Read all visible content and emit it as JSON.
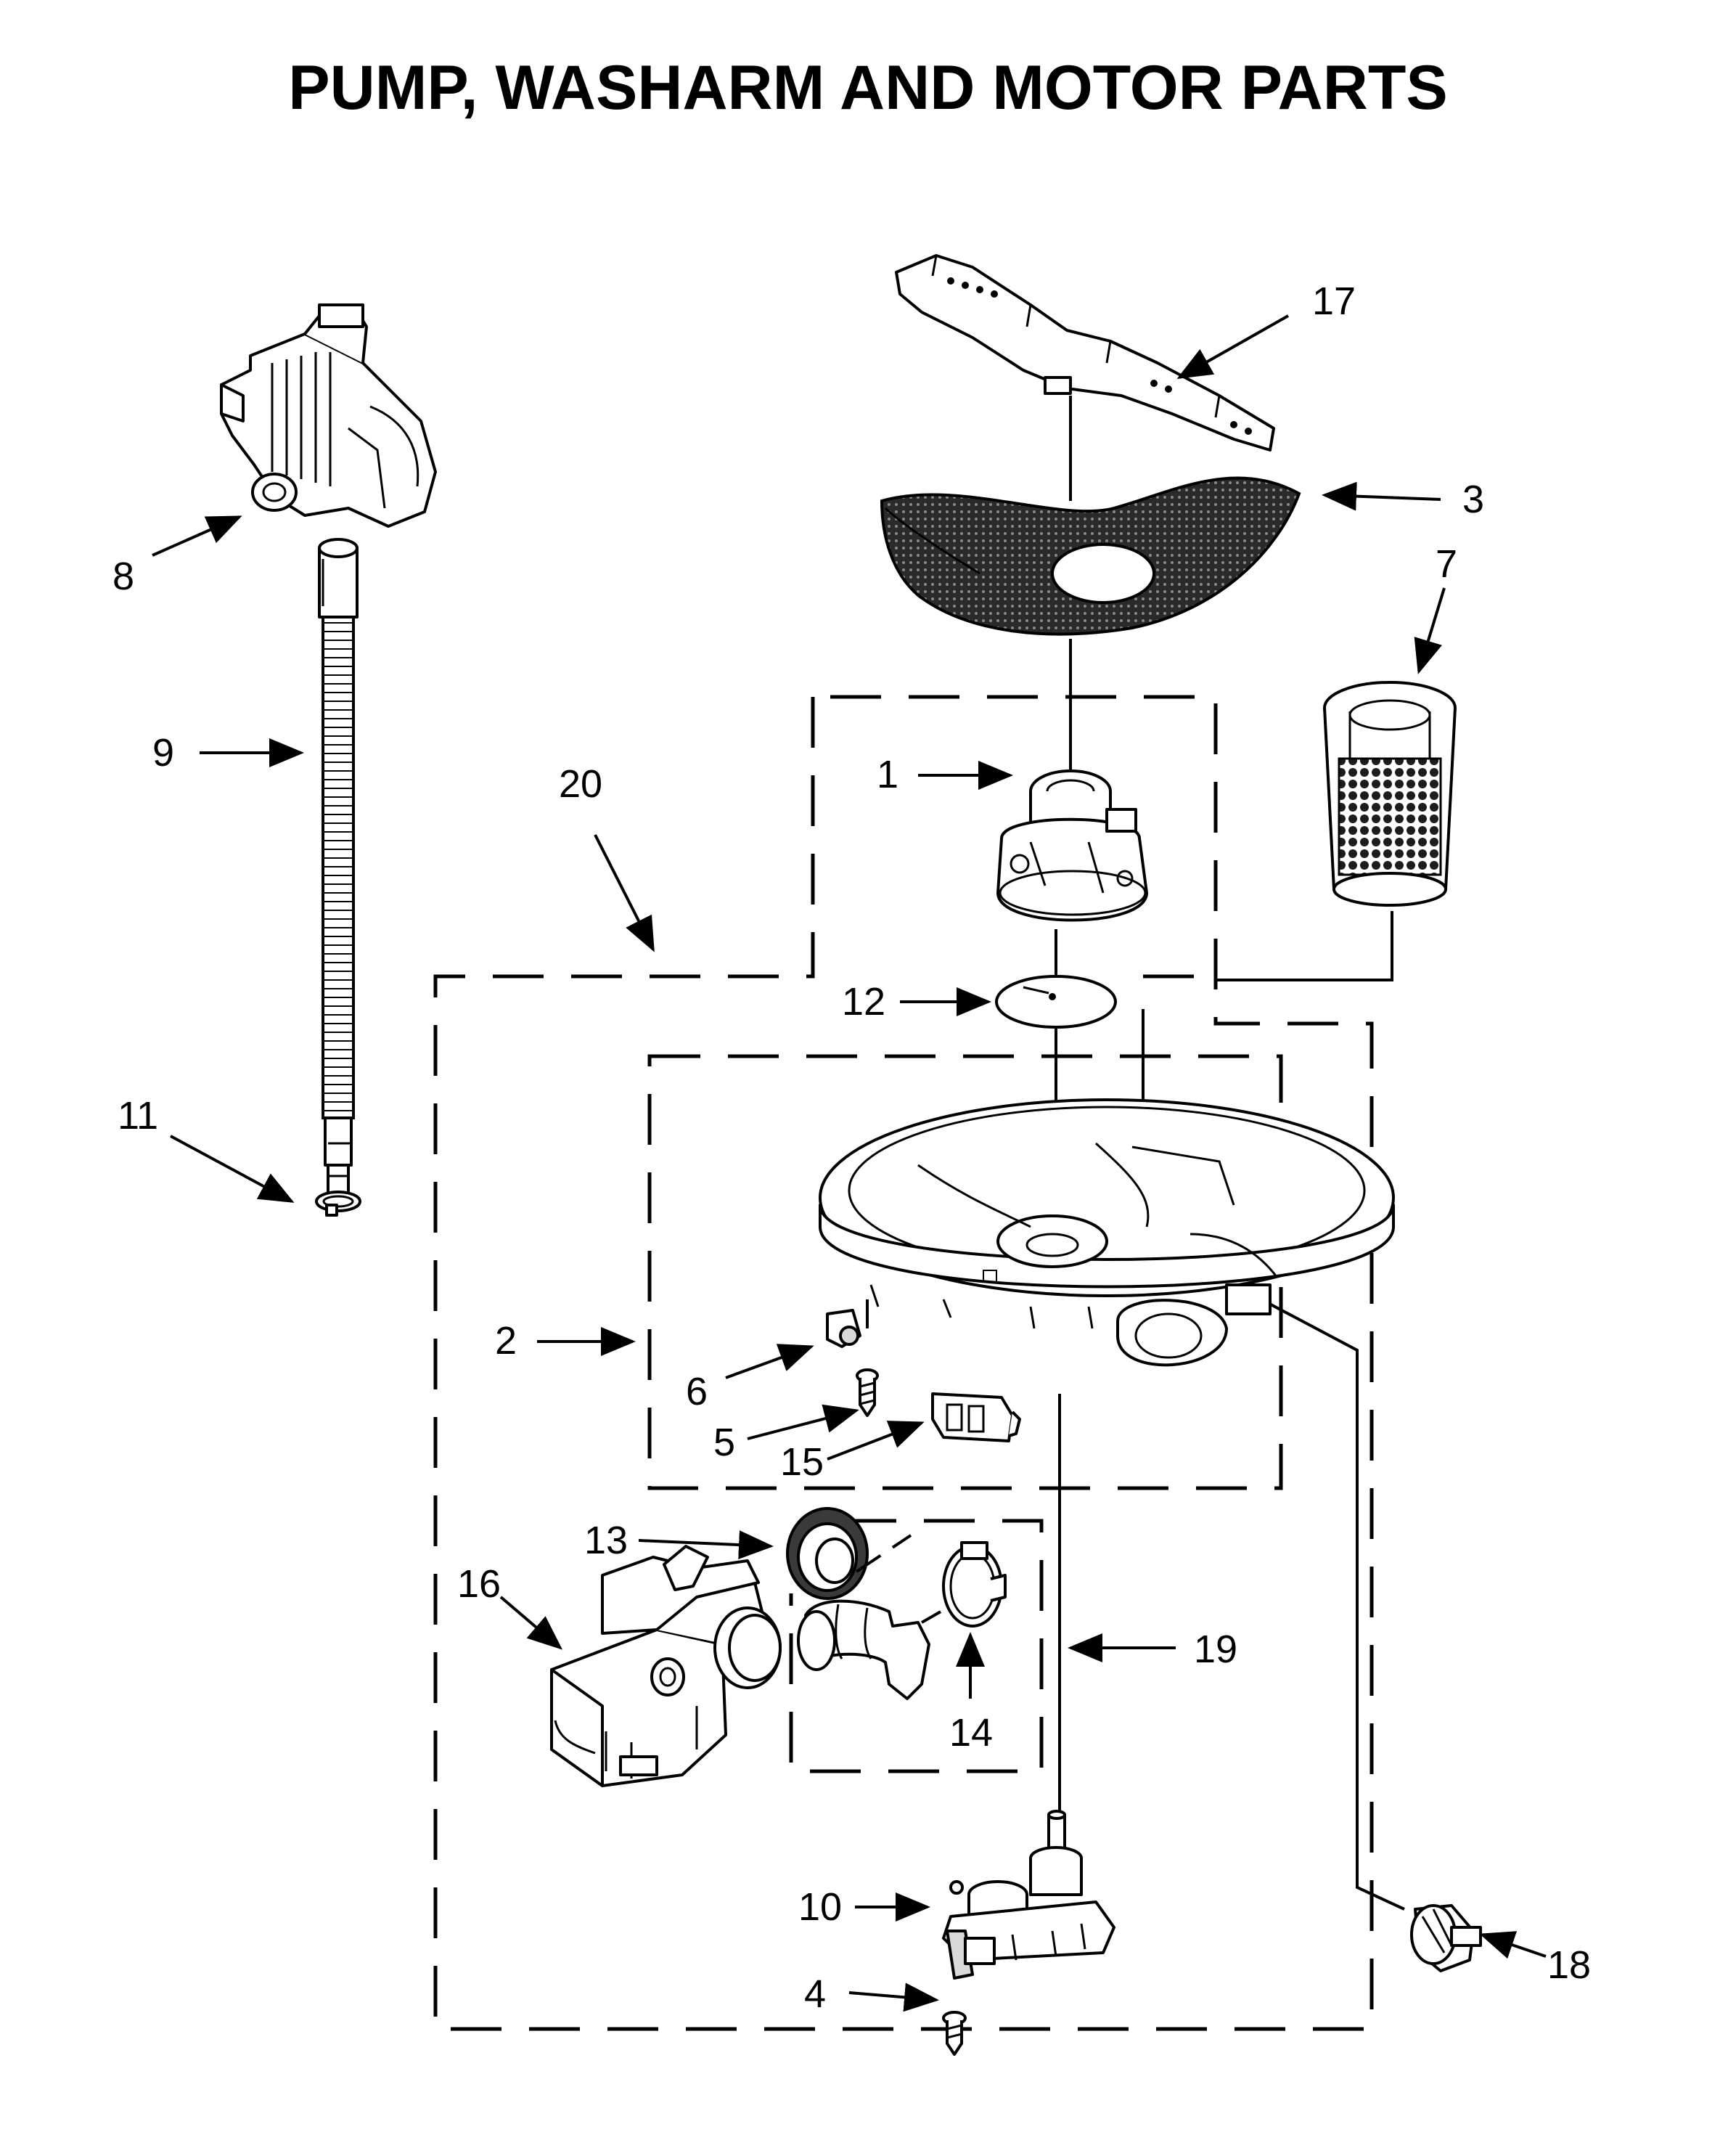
{
  "title": "PUMP, WASHARM AND MOTOR PARTS",
  "callouts": {
    "c1": "1",
    "c2": "2",
    "c3": "3",
    "c4": "4",
    "c5": "5",
    "c6": "6",
    "c7": "7",
    "c8": "8",
    "c9": "9",
    "c10": "10",
    "c11": "11",
    "c12": "12",
    "c13": "13",
    "c14": "14",
    "c15": "15",
    "c16": "16",
    "c17": "17",
    "c18": "18",
    "c19": "19",
    "c20": "20"
  }
}
